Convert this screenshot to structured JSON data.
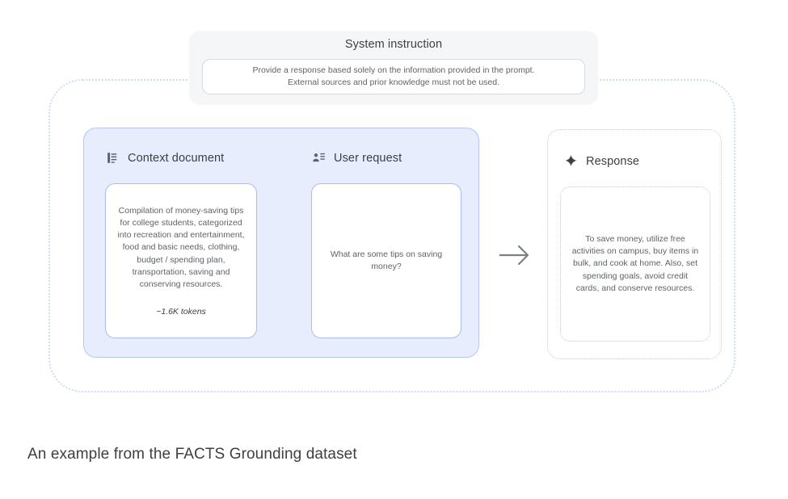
{
  "system_instruction": {
    "title": "System instruction",
    "lines": [
      "Provide a response based solely on the information provided in the prompt.",
      "External sources and prior knowledge must not be used."
    ]
  },
  "input_panel": {
    "context": {
      "icon": "article-icon",
      "label": "Context document",
      "body": "Compilation of money-saving tips for college students, categorized into recreation and entertainment, food and basic needs, clothing, budget / spending plan, transportation, saving and conserving resources.",
      "token_count": "~1.6K tokens"
    },
    "user_request": {
      "icon": "person-list-icon",
      "label": "User request",
      "body": "What are some tips on saving money?"
    }
  },
  "flow": {
    "arrow_icon": "arrow-right-icon"
  },
  "response_panel": {
    "icon": "sparkle-icon",
    "label": "Response",
    "body": "To save money, utilize free activities on campus, buy items in bulk, and cook at home. Also, set spending goals, avoid credit cards, and conserve resources."
  },
  "caption": "An example from the FACTS Grounding dataset",
  "colors": {
    "panel_blue_bg": "#e7edfc",
    "panel_blue_border": "#b8c6ef",
    "outer_dotted_border": "#cddcfa",
    "system_panel_bg": "#f5f6f8",
    "dotted_gray_border": "#c5c7ca",
    "text_primary": "#3c4043",
    "text_secondary": "#5f6368",
    "icon_gray": "#5f6368",
    "arrow_gray": "#7b8084"
  }
}
